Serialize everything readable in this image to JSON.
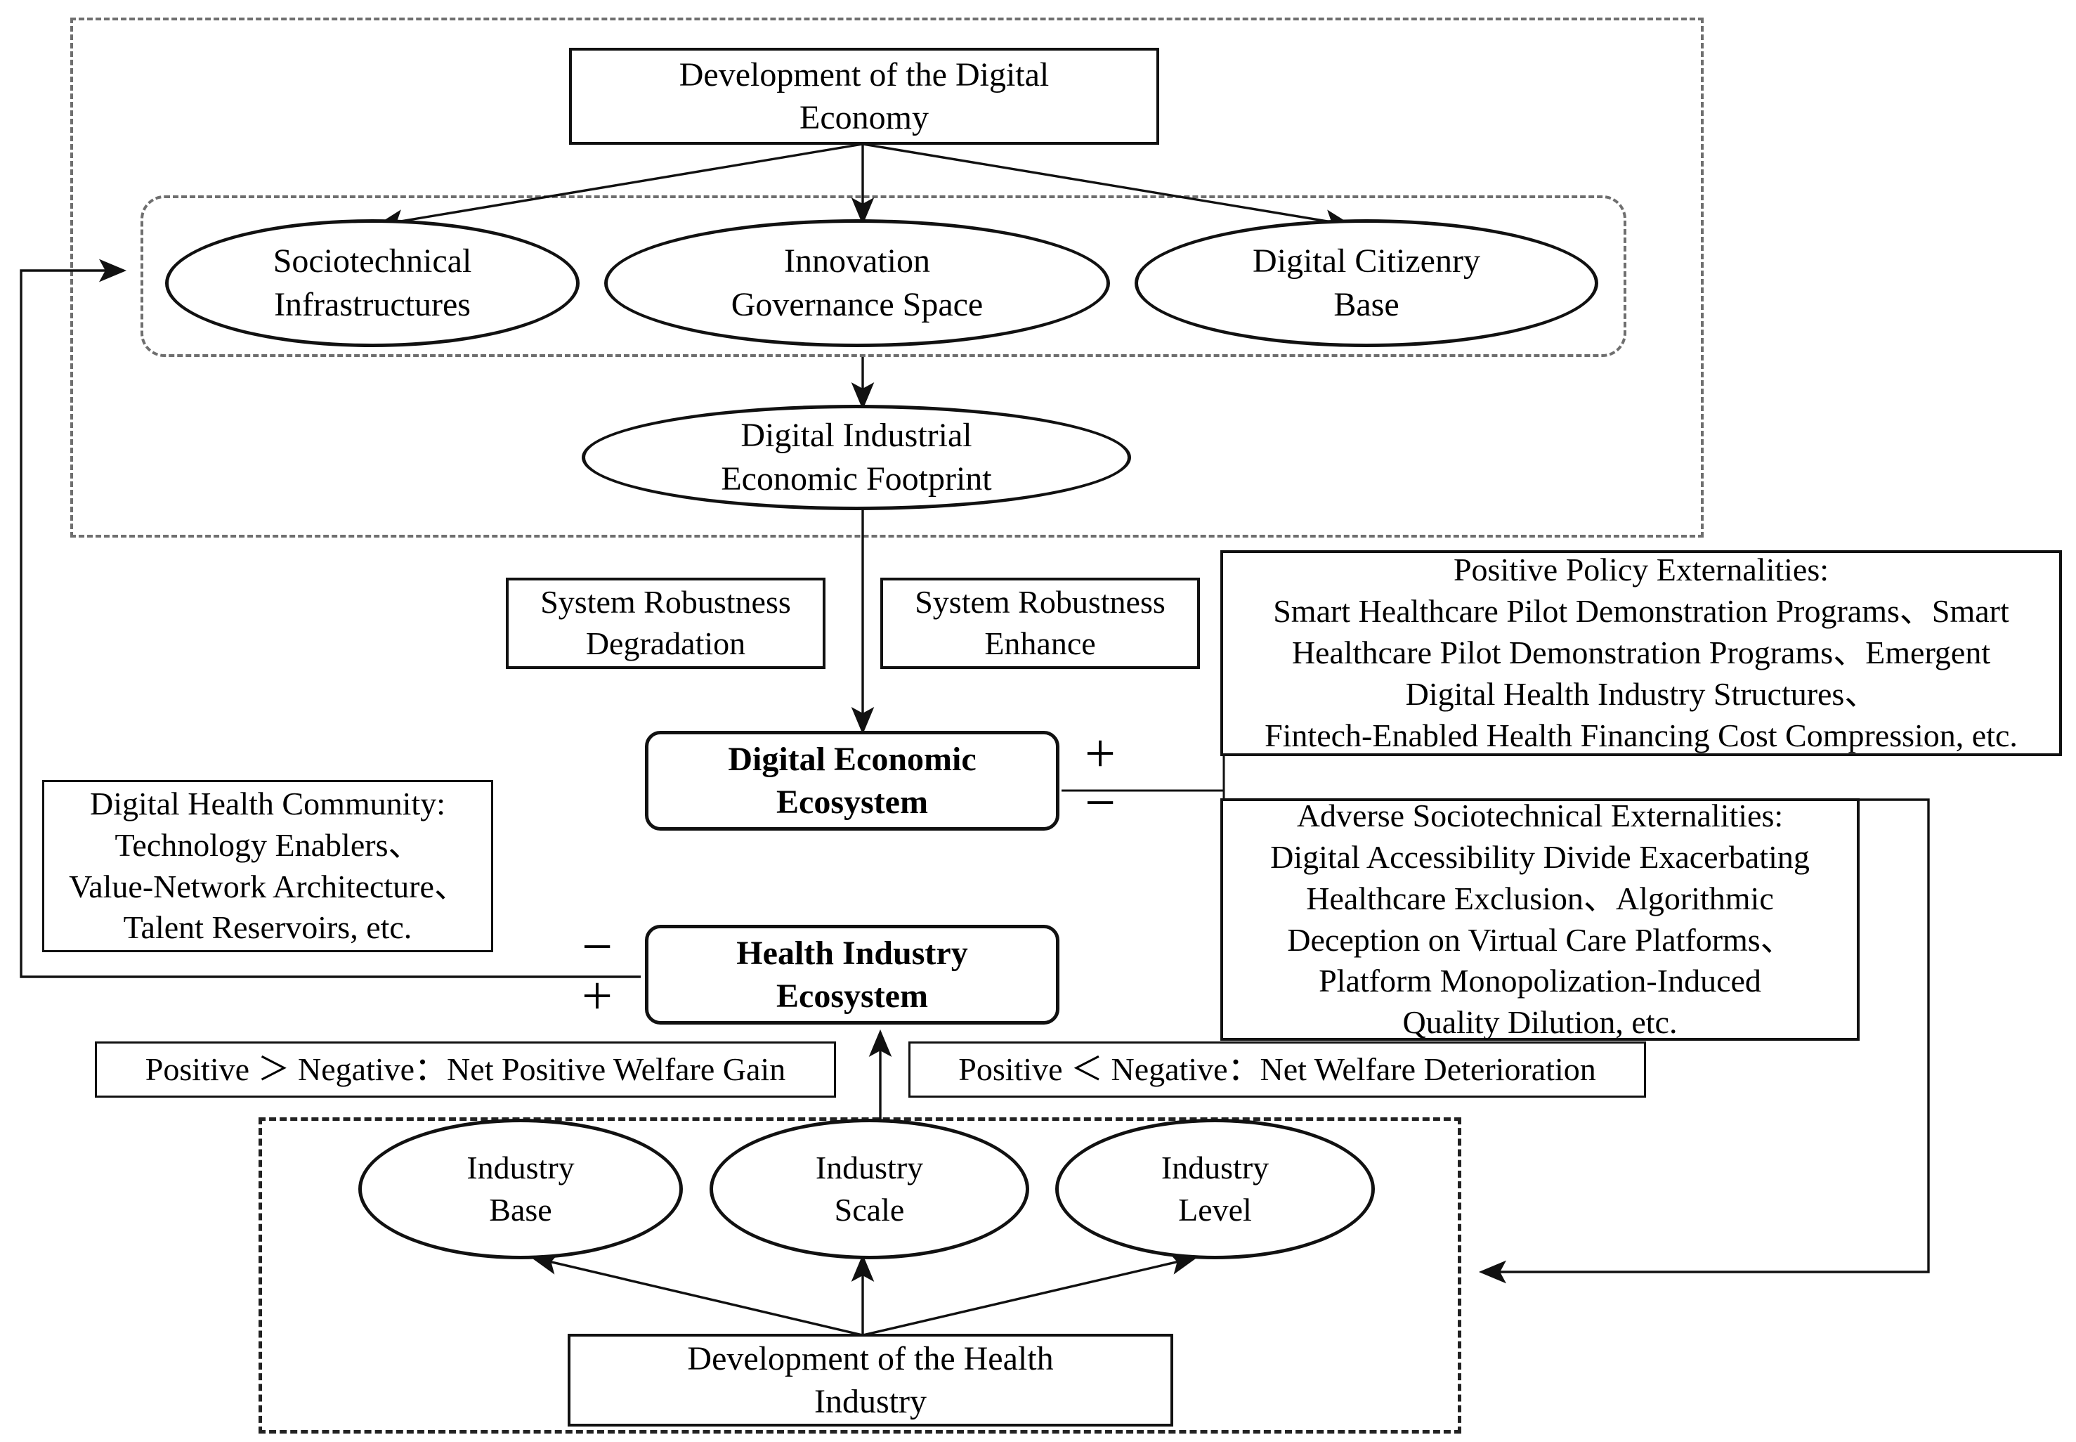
{
  "diagram": {
    "title_node": "Development of the Digital Economy",
    "digital_economy_box": "Development of the Digital\nEconomy",
    "pillars": [
      {
        "label": "Sociotechnical\nInfrastructures"
      },
      {
        "label": "Innovation\nGovernance  Space"
      },
      {
        "label": "Digital Citizenry\nBase"
      }
    ],
    "footprint_ellipse": "Digital Industrial\nEconomic  Footprint",
    "robustness": {
      "degradation": "System Robustness\nDegradation",
      "enhance": "System Robustness\nEnhance"
    },
    "positive_policy_externalities": "Positive Policy Externalities:\nSmart Healthcare Pilot Demonstration Programs、Smart\nHealthcare Pilot Demonstration Programs、Emergent\nDigital Health Industry Structures、\nFintech-Enabled Health Financing Cost Compression, etc.",
    "adverse_externalities": "Adverse Sociotechnical Externalities:\nDigital Accessibility Divide Exacerbating\nHealthcare Exclusion、Algorithmic\nDeception on Virtual Care Platforms、\nPlatform Monopolization-Induced\nQuality Dilution, etc.",
    "digital_health_community": "Digital Health Community:\nTechnology Enablers、\nValue-Network Architecture、\nTalent Reservoirs, etc.",
    "digital_economic_ecosystem": "Digital Economic\nEcosystem",
    "health_industry_ecosystem": "Health Industry\nEcosystem",
    "signs": {
      "dee_plus": "+",
      "dee_minus": "−",
      "hie_minus": "−",
      "hie_plus": "+"
    },
    "welfare": {
      "gain": "Positive ＞ Negative：Net Positive Welfare Gain",
      "loss": "Positive ＜ Negative：Net Welfare Deterioration"
    },
    "industry_nodes": [
      {
        "label": "Industry\nBase"
      },
      {
        "label": "Industry\nScale"
      },
      {
        "label": "Industry\nLevel"
      }
    ],
    "health_industry_box": "Development of the Health\nIndustry",
    "colors": {
      "stroke": "#111111",
      "dashed_light": "#6f6f6f",
      "dashed_dark": "#222222",
      "background": "#ffffff"
    }
  }
}
